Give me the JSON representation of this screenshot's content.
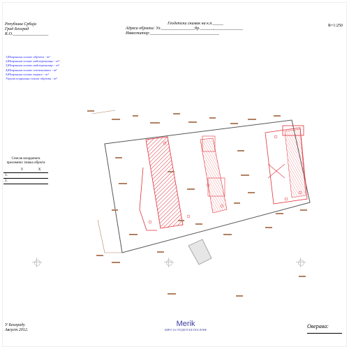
{
  "header": {
    "left_lines": [
      "Република Србија",
      "Град Београд",
      "К.О._________________"
    ],
    "center_title": "Геодетски снимак на к.п._____",
    "center_line2": "Адреса објекта: Ул.________________бр.______,______________",
    "center_line3": "Инвеститор:_________________________________",
    "scale": "R=1:250"
  },
  "legend": {
    "items": [
      {
        "label": "1)Површина основе објекта -",
        "value": "m²"
      },
      {
        "label": "2)Површина основе надстрешнице -",
        "value": "m²"
      },
      {
        "label": "3)Површина основе надстрешнице -",
        "value": "m²"
      },
      {
        "label": "4)Површина основе степеништа -",
        "value": "m²"
      },
      {
        "label": "5)Површина основе терасе -",
        "value": "m²"
      },
      {
        "label": "Укупна површина основе објекта -",
        "value": "m²"
      }
    ]
  },
  "coords_table": {
    "title": "Списак координата преломних тачака објекта",
    "col_y": "Y",
    "col_x": "X",
    "rows": [
      "1.",
      "2."
    ]
  },
  "footer": {
    "city": "У Београду",
    "date": "Август 2012.",
    "logo_text": "Merik",
    "logo_sub": "БИРО ЗА ГЕОДЕТСКЕ ПОСЛОВЕ",
    "approved": "Оверава:"
  },
  "colors": {
    "legend_text": "#1a1aff",
    "hatch": "#e0303a",
    "lines": "#b08060"
  }
}
